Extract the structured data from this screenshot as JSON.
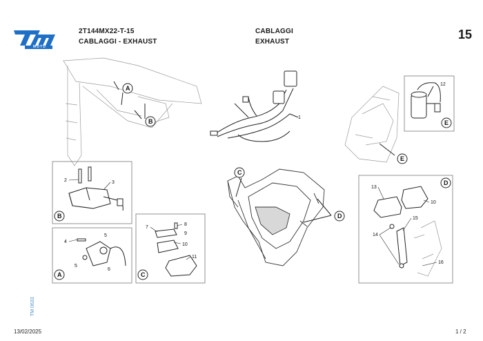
{
  "brand": {
    "logo_text": "tm",
    "logo_sub": "MOTO",
    "logo_color": "#1f6fc6"
  },
  "header": {
    "model_code": "2T144MX22-T-15",
    "section_it": "CABLAGGI - EXHAUST",
    "title_it": "CABLAGGI",
    "title_en": "EXHAUST",
    "page_number": "15"
  },
  "side_code": "TM 0633",
  "footer": {
    "date": "13/02/2025",
    "page": "1 / 2"
  },
  "callouts": {
    "A": "A",
    "B": "B",
    "C": "C",
    "D": "D",
    "E": "E"
  },
  "part_numbers": {
    "p1": "1",
    "p2": "2",
    "p3": "3",
    "p4": "4",
    "p5a": "5",
    "p5b": "5",
    "p6": "6",
    "p7": "7",
    "p8": "8",
    "p9": "9",
    "p10a": "10",
    "p10b": "10",
    "p11": "11",
    "p12": "12",
    "p13": "13",
    "p14": "14",
    "p15": "15",
    "p16": "16"
  }
}
